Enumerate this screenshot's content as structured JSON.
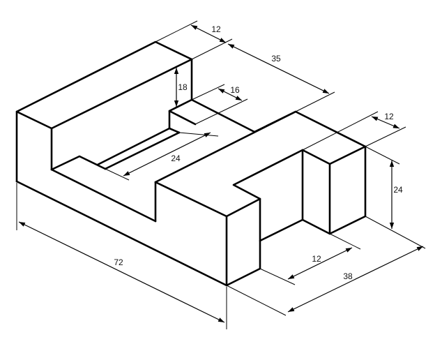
{
  "drawing": {
    "type": "isometric technical drawing",
    "line_color": "#000000",
    "background": "#ffffff",
    "dimensions": {
      "top_wall_width": "12",
      "top_depth": "35",
      "wall_step_height": "18",
      "step_width": "16",
      "groove_length": "24",
      "right_block_width": "12",
      "right_block_height": "24",
      "slot_width": "12",
      "right_depth": "38",
      "overall_length": "72"
    }
  }
}
